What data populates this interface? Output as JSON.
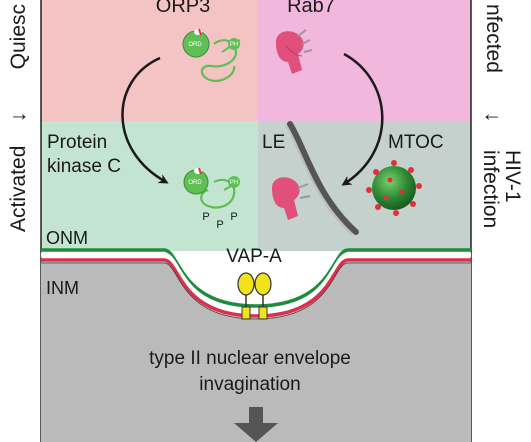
{
  "left_axis": {
    "top": "Quiesc",
    "arrow": "↓",
    "bottom": "Activated"
  },
  "right_axis": {
    "top": "nfected",
    "arrow": "↓",
    "bottom_line1": "HIV-1",
    "bottom_line2": "infection"
  },
  "labels": {
    "orp3": "ORP3",
    "rab7": "Rab7",
    "pkc_line1": "Protein",
    "pkc_line2": "kinase C",
    "le": "LE",
    "mtoc": "MTOC",
    "onm": "ONM",
    "inm": "INM",
    "vapa": "VAP-A",
    "bottom_line1": "type II nuclear envelope",
    "bottom_line2": "invagination"
  },
  "protein_marks": {
    "ord": "ORD",
    "ph": "PH",
    "phospho": [
      "P",
      "P",
      "P"
    ]
  },
  "colors": {
    "quiescent_bg": "#f4c3c4",
    "infected_bg": "#f2b7dc",
    "cytoplasm_bg": "#c2e4d1",
    "le_region_bg": "#c4d1cd",
    "nucleus_bg": "#bababa",
    "onm_green": "#1f8c3c",
    "inm_red": "#d8314f",
    "orp3_green": "#5fbf55",
    "rab7_pink": "#e0507a",
    "vap_yellow": "#f2e11b",
    "virus_green": "#2d8a36",
    "virus_red": "#e0303a"
  }
}
